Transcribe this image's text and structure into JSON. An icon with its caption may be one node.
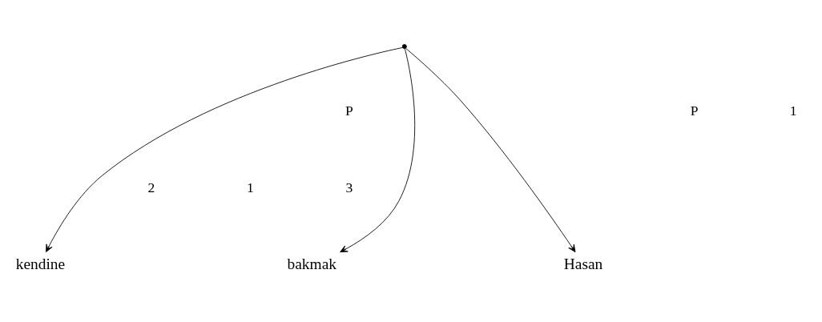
{
  "diagram": {
    "nodes": [
      {
        "text": [],
        "shape": "point"
      },
      {
        "text": [
          "bakmak"
        ]
      },
      {
        "text": [
          "Hasan"
        ]
      },
      {
        "text": [
          "kendine"
        ]
      }
    ],
    "edges": [
      {
        "from": 0,
        "to": 1,
        "arrow": "to"
      },
      {
        "from": 0,
        "to": 2,
        "arrow": "to"
      },
      {
        "from": 0,
        "to": 3,
        "arrow": "to"
      }
    ],
    "labels": [
      "P",
      "P",
      "1",
      "2",
      "1",
      "3"
    ]
  }
}
